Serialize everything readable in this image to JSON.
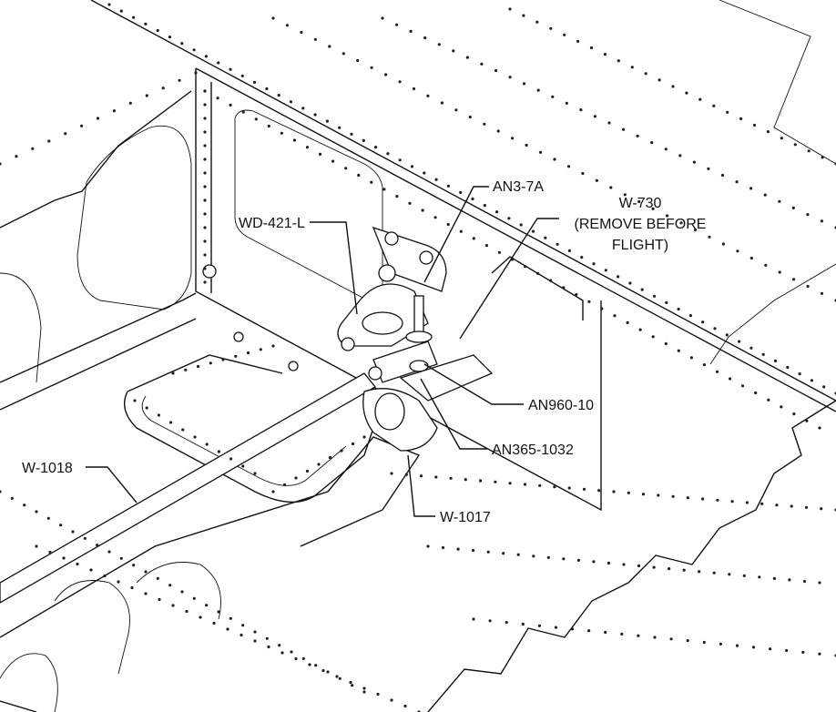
{
  "colors": {
    "line": "#111111",
    "background": "#ffffff"
  },
  "callouts": {
    "an3_7a": "AN3-7A",
    "w730_line1": "W-730",
    "w730_line2": "(REMOVE BEFORE",
    "w730_line3": "FLIGHT)",
    "wd421l": "WD-421-L",
    "an960_10": "AN960-10",
    "an365_1032": "AN365-1032",
    "w1018": "W-1018",
    "w1017": "W-1017"
  }
}
